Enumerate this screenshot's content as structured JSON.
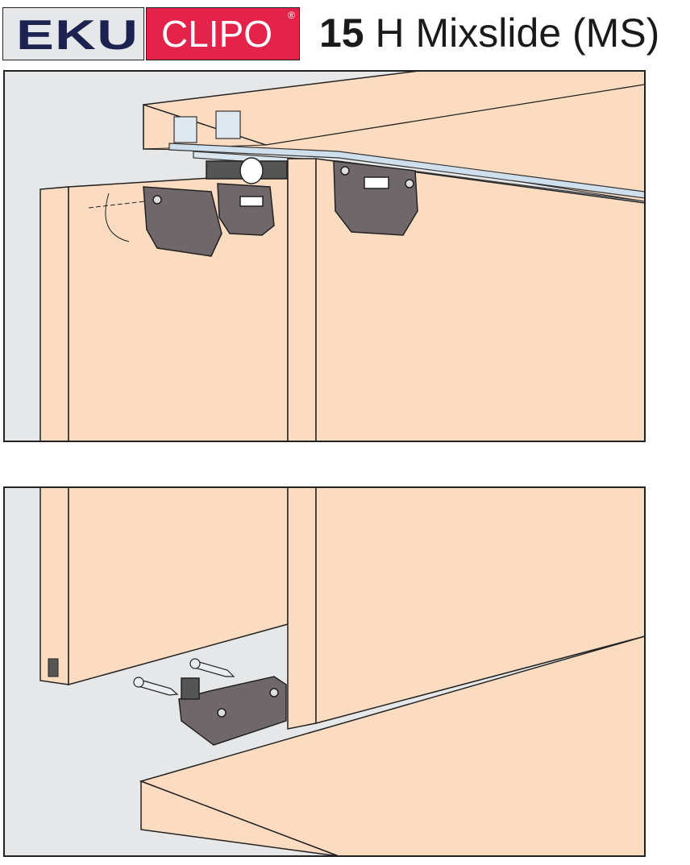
{
  "header": {
    "brand_left": "EKU",
    "brand_right": "CLIPO",
    "registered_mark": "®",
    "title_number": "15",
    "title_text": "H Mixslide (MS)"
  },
  "colors": {
    "eku_bg": "#e6e7e8",
    "eku_text": "#1c2350",
    "clipo_bg": "#e4234a",
    "wood": "#fbdcc0",
    "wall": "#e6e7e8",
    "hardware": "#6f6769"
  },
  "panels": [
    {
      "name": "top-installation-step",
      "icon": "runner-clip-on"
    },
    {
      "name": "bottom-installation-step",
      "icon": "floor-guide-screw"
    }
  ]
}
